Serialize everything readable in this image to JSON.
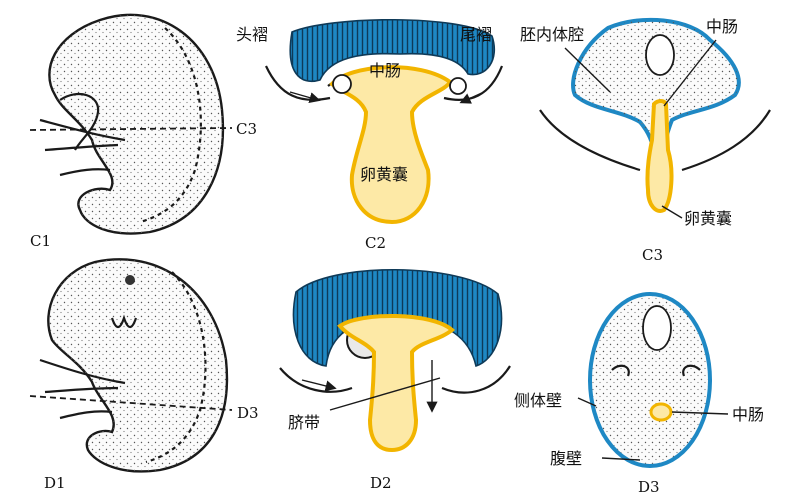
{
  "colors": {
    "ectoderm_blue": "#1e88c4",
    "yolk_fill": "#fde9a6",
    "yolk_outline": "#f2b500",
    "ink": "#1a1a1a"
  },
  "panels": {
    "c1": {
      "caption": "C1",
      "section_marker": "C3"
    },
    "c2": {
      "caption": "C2",
      "head_fold": "头褶",
      "tail_fold": "尾褶",
      "midgut": "中肠",
      "yolk_sac": "卵黄囊"
    },
    "c3": {
      "caption": "C3",
      "intraembryonic_coelom": "胚内体腔",
      "midgut": "中肠",
      "yolk_sac": "卵黄囊"
    },
    "d1": {
      "caption": "D1",
      "section_marker": "D3"
    },
    "d2": {
      "caption": "D2",
      "umbilical_cord": "脐带"
    },
    "d3": {
      "caption": "D3",
      "lateral_body_wall": "侧体壁",
      "midgut": "中肠",
      "ventral_wall": "腹壁"
    }
  }
}
